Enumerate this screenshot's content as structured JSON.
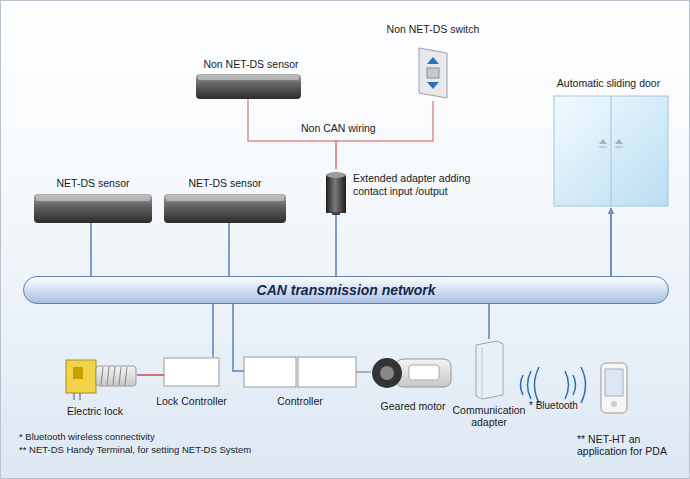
{
  "diagram": {
    "nodes": [
      {
        "text": [
          "Non NET-DS switch"
        ]
      },
      {
        "text": [
          "Non NET-DS sensor"
        ]
      },
      {
        "text": [
          "Automatic sliding door"
        ]
      },
      {
        "text": [
          "NET-DS sensor"
        ]
      },
      {
        "text": [
          "NET-DS sensor"
        ]
      },
      {
        "text": [
          "Extended adapter adding contact input /output"
        ]
      },
      {
        "text": [
          "CAN transmission network"
        ]
      },
      {
        "text": [
          "Electric lock"
        ]
      },
      {
        "text": [
          "Lock Controller"
        ]
      },
      {
        "text": [
          "Controller"
        ]
      },
      {
        "text": [
          "Geared motor"
        ]
      },
      {
        "text": [
          "Communication adapter"
        ]
      },
      {
        "text": [
          "** NET-HT an application for PDA"
        ]
      }
    ],
    "edges": [
      {
        "from": 1,
        "to": 5,
        "arrow": "none"
      },
      {
        "from": 0,
        "to": 5,
        "arrow": "none"
      },
      {
        "from": 3,
        "to": 6,
        "arrow": "none"
      },
      {
        "from": 4,
        "to": 6,
        "arrow": "none"
      },
      {
        "from": 5,
        "to": 6,
        "arrow": "none"
      },
      {
        "from": 6,
        "to": 2,
        "arrow": "to"
      },
      {
        "from": 6,
        "to": 8,
        "arrow": "none"
      },
      {
        "from": 6,
        "to": 9,
        "arrow": "none"
      },
      {
        "from": 7,
        "to": 8,
        "arrow": "none"
      },
      {
        "from": 9,
        "to": 10,
        "arrow": "none"
      },
      {
        "from": 6,
        "to": 11,
        "arrow": "none"
      }
    ],
    "labels": [
      "Non CAN wiring",
      "* Bluetooth",
      "*  Bluetooth wireless connectivity",
      "** NET-DS Handy Terminal, for setting NET-DS System"
    ]
  }
}
